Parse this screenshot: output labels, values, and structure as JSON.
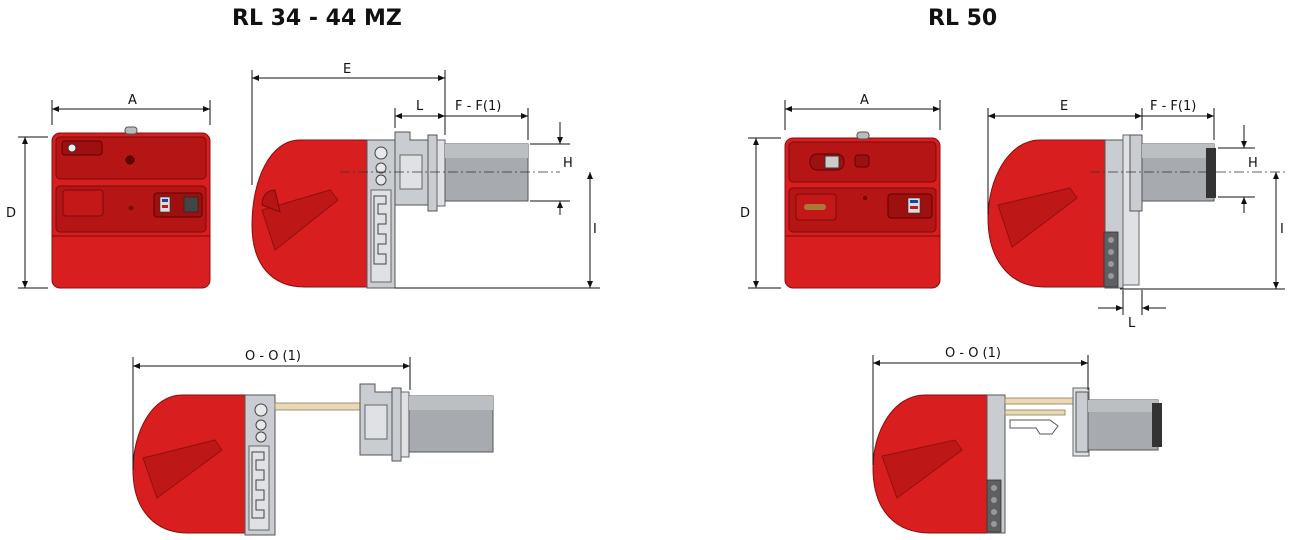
{
  "titles": {
    "left": "RL 34 - 44 MZ",
    "right": "RL 50"
  },
  "dimensions": {
    "left_front": {
      "A": "A",
      "D": "D"
    },
    "left_side": {
      "E": "E",
      "L": "L",
      "F": "F - F(1)",
      "H": "H",
      "I": "I"
    },
    "left_open": {
      "O": "O - O (1)"
    },
    "right_front": {
      "A": "A",
      "D": "D"
    },
    "right_side": {
      "E": "E",
      "F": "F - F(1)",
      "H": "H",
      "I": "I",
      "L": "L"
    },
    "right_open": {
      "O": "O - O (1)"
    }
  },
  "colors": {
    "burner_red": "#d81e1e",
    "flange_metal": "#c9ccd0",
    "blast_tube": "#a7aaae"
  }
}
